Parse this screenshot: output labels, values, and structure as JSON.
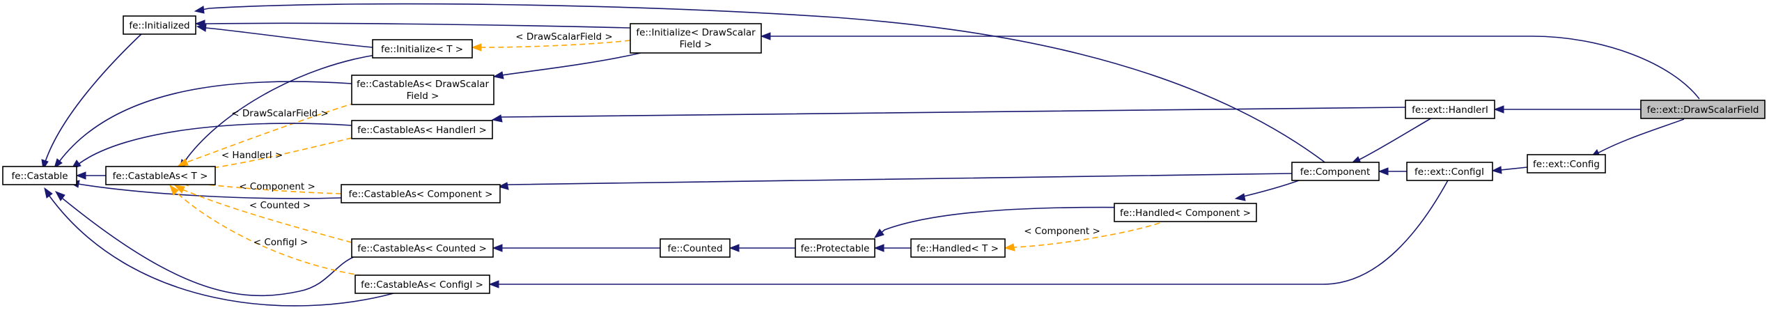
{
  "nodes": {
    "drawscalarfield": {
      "lines": [
        "fe::ext::DrawScalarField"
      ]
    },
    "handleri": {
      "lines": [
        "fe::ext::HandlerI"
      ]
    },
    "config": {
      "lines": [
        "fe::ext::Config"
      ]
    },
    "configi": {
      "lines": [
        "fe::ext::ConfigI"
      ]
    },
    "component": {
      "lines": [
        "fe::Component"
      ]
    },
    "handled_component": {
      "lines": [
        "fe::Handled< Component >"
      ]
    },
    "handled_t": {
      "lines": [
        "fe::Handled< T >"
      ]
    },
    "protectable": {
      "lines": [
        "fe::Protectable"
      ]
    },
    "counted": {
      "lines": [
        "fe::Counted"
      ]
    },
    "initialize_dsf": {
      "lines": [
        "fe::Initialize< DrawScalar",
        "Field >"
      ]
    },
    "initialize_t": {
      "lines": [
        "fe::Initialize< T >"
      ]
    },
    "initialized": {
      "lines": [
        "fe::Initialized"
      ]
    },
    "castableas_dsf": {
      "lines": [
        "fe::CastableAs< DrawScalar",
        "Field >"
      ]
    },
    "castableas_handleri": {
      "lines": [
        "fe::CastableAs< HandlerI >"
      ]
    },
    "castableas_component": {
      "lines": [
        "fe::CastableAs< Component >"
      ]
    },
    "castableas_counted": {
      "lines": [
        "fe::CastableAs< Counted >"
      ]
    },
    "castableas_configi": {
      "lines": [
        "fe::CastableAs< ConfigI >"
      ]
    },
    "castableas_t": {
      "lines": [
        "fe::CastableAs< T >"
      ]
    },
    "castable": {
      "lines": [
        "fe::Castable"
      ]
    }
  },
  "edge_labels": {
    "dsf_initialize": "< DrawScalarField >",
    "dsf_castableas": "< DrawScalarField >",
    "handleri": "< HandlerI >",
    "component_castableas": "< Component >",
    "counted": "< Counted >",
    "configi": "< ConfigI >",
    "component_handled": "< Component >"
  },
  "colors": {
    "inheritance_edge": "#191970",
    "template_edge": "#ffa500",
    "highlight_fill": "#bfbfbf"
  }
}
